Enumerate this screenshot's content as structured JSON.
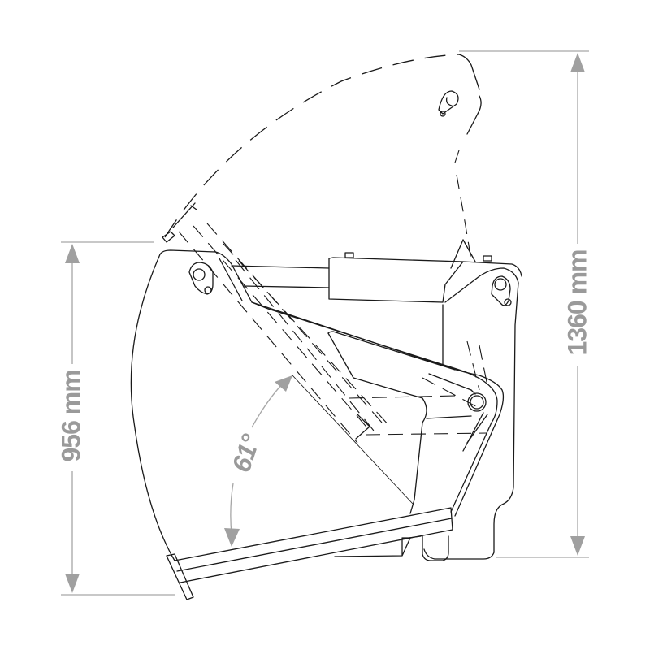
{
  "diagram": {
    "type": "bucket grab side elevation",
    "dimensions": {
      "height_closed": {
        "value": "956",
        "unit": "mm",
        "label": "956 mm"
      },
      "height_open": {
        "value": "1360",
        "unit": "mm",
        "label": "1360 mm"
      },
      "opening_angle": {
        "value": "61",
        "unit": "°",
        "label": "61°"
      }
    },
    "colors": {
      "line": "#1a1a1a",
      "dimension": "#a6a6a6",
      "label": "#9a9a9a",
      "background": "#ffffff"
    }
  }
}
